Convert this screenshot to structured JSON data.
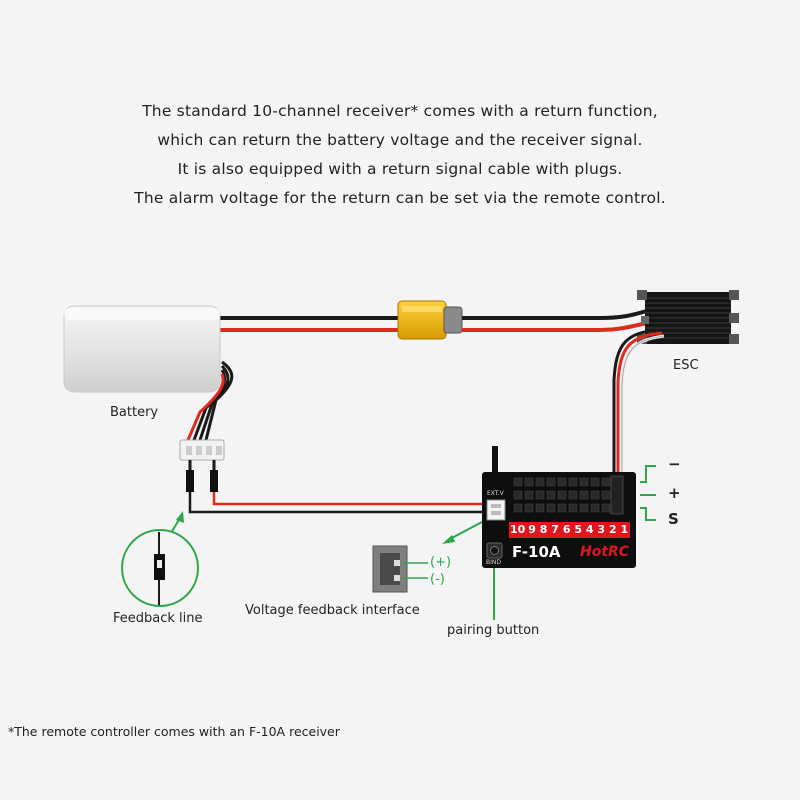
{
  "intro": [
    "The standard 10-channel receiver* comes with a return function,",
    "which can return the battery voltage and the receiver signal.",
    "It is also equipped with a return signal cable with plugs.",
    "The alarm voltage for the return can be set via the remote control."
  ],
  "labels": {
    "battery": "Battery",
    "esc": "ESC",
    "feedback_line": "Feedback line",
    "voltage_interface": "Voltage feedback interface",
    "pairing_button": "pairing button",
    "plus_marker": "(+)",
    "minus_marker": "(-)",
    "bind": "BIND",
    "ext_v": "EXT.V"
  },
  "receiver": {
    "model": "F-10A",
    "brand": "HotRC",
    "channels": [
      "10",
      "9",
      "8",
      "7",
      "6",
      "5",
      "4",
      "3",
      "2",
      "1"
    ]
  },
  "polarity": {
    "minus": "−",
    "plus": "+",
    "signal": "S"
  },
  "footnote": "*The remote controller comes with an F-10A receiver",
  "colors": {
    "accent_green": "#2ba84a",
    "wire_red": "#e02a1e",
    "wire_black": "#1a1a1a",
    "connector_yellow": "#f2b200",
    "receiver_red": "#e0151d"
  }
}
